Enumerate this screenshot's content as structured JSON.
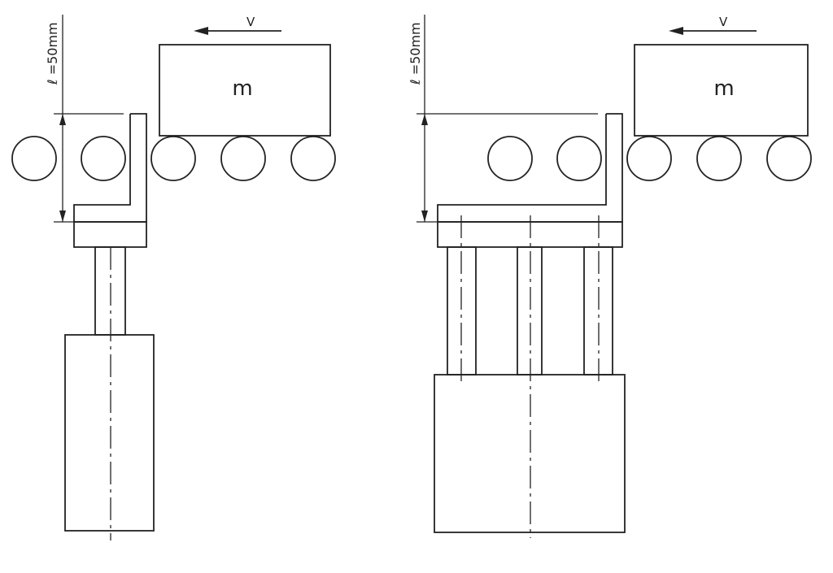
{
  "colors": {
    "line": "#222222",
    "background": "#ffffff"
  },
  "figures": [
    {
      "id": "single-cylinder-stop",
      "mass_label": "m",
      "velocity_label": "V",
      "stroke_label": "ℓ =50mm",
      "cylinders": 1
    },
    {
      "id": "triple-cylinder-stop",
      "mass_label": "m",
      "velocity_label": "V",
      "stroke_label": "ℓ =50mm",
      "cylinders": 3
    }
  ]
}
